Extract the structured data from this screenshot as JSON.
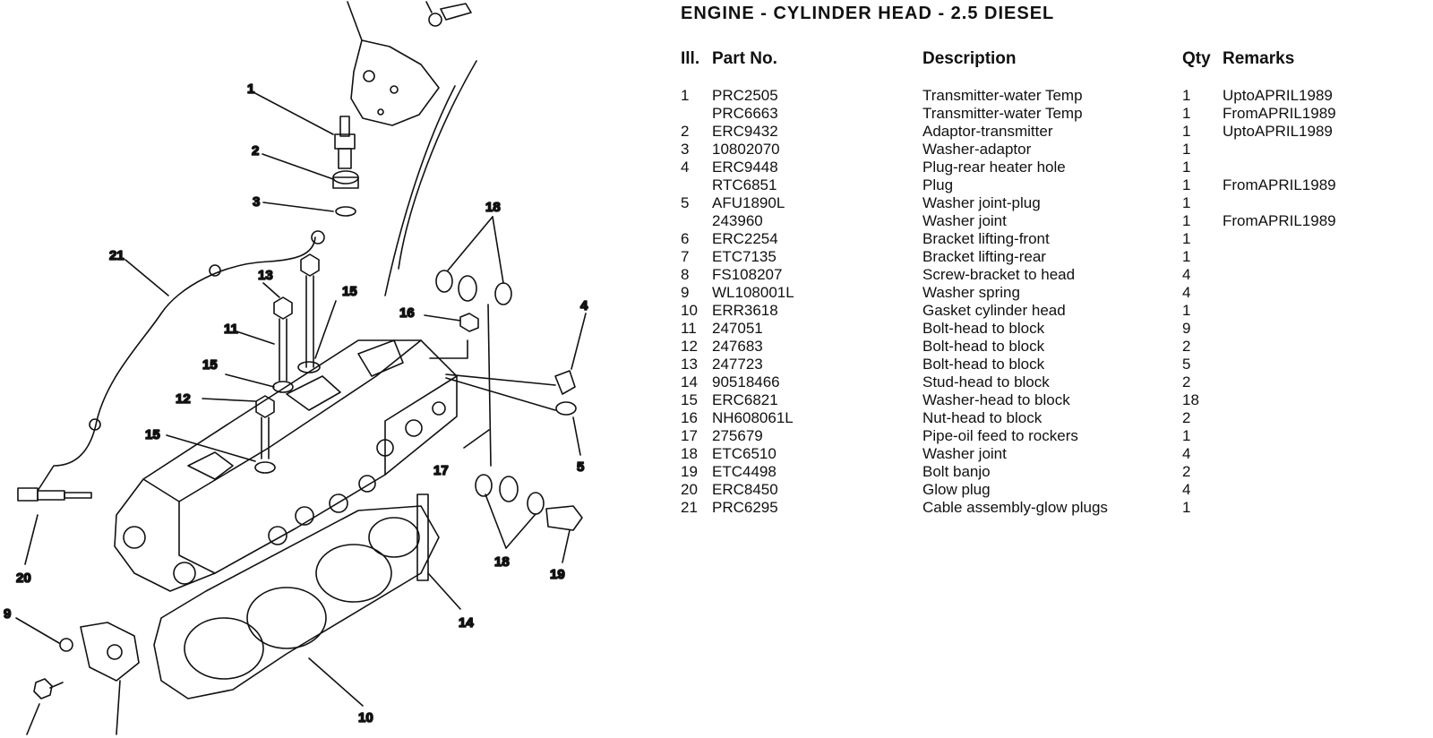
{
  "title": "ENGINE - CYLINDER HEAD - 2.5 DIESEL",
  "headers": {
    "ill": "Ill.",
    "part": "Part No.",
    "desc": "Description",
    "qty": "Qty",
    "remarks": "Remarks"
  },
  "rows": [
    {
      "ill": "1",
      "part": "PRC2505",
      "desc": "Transmitter-water Temp",
      "qty": "1",
      "remarks": "UptoAPRIL1989"
    },
    {
      "ill": "",
      "part": "PRC6663",
      "desc": "Transmitter-water Temp",
      "qty": "1",
      "remarks": "FromAPRIL1989"
    },
    {
      "ill": "2",
      "part": "ERC9432",
      "desc": "Adaptor-transmitter",
      "qty": "1",
      "remarks": "UptoAPRIL1989"
    },
    {
      "ill": "3",
      "part": "10802070",
      "desc": "Washer-adaptor",
      "qty": "1",
      "remarks": ""
    },
    {
      "ill": "4",
      "part": "ERC9448",
      "desc": "Plug-rear heater hole",
      "qty": "1",
      "remarks": ""
    },
    {
      "ill": "",
      "part": "RTC6851",
      "desc": "Plug",
      "qty": "1",
      "remarks": "FromAPRIL1989"
    },
    {
      "ill": "5",
      "part": "AFU1890L",
      "desc": "Washer joint-plug",
      "qty": "1",
      "remarks": ""
    },
    {
      "ill": "",
      "part": "243960",
      "desc": "Washer joint",
      "qty": "1",
      "remarks": "FromAPRIL1989"
    },
    {
      "ill": "6",
      "part": "ERC2254",
      "desc": "Bracket lifting-front",
      "qty": "1",
      "remarks": ""
    },
    {
      "ill": "7",
      "part": "ETC7135",
      "desc": "Bracket lifting-rear",
      "qty": "1",
      "remarks": ""
    },
    {
      "ill": "8",
      "part": "FS108207",
      "desc": "Screw-bracket to head",
      "qty": "4",
      "remarks": ""
    },
    {
      "ill": "9",
      "part": "WL108001L",
      "desc": "Washer spring",
      "qty": "4",
      "remarks": ""
    },
    {
      "ill": "10",
      "part": "ERR3618",
      "desc": "Gasket cylinder head",
      "qty": "1",
      "remarks": ""
    },
    {
      "ill": "11",
      "part": "247051",
      "desc": "Bolt-head to block",
      "qty": "9",
      "remarks": ""
    },
    {
      "ill": "12",
      "part": "247683",
      "desc": "Bolt-head to block",
      "qty": "2",
      "remarks": ""
    },
    {
      "ill": "13",
      "part": "247723",
      "desc": "Bolt-head to block",
      "qty": "5",
      "remarks": ""
    },
    {
      "ill": "14",
      "part": "90518466",
      "desc": "Stud-head to block",
      "qty": "2",
      "remarks": ""
    },
    {
      "ill": "15",
      "part": "ERC6821",
      "desc": "Washer-head to block",
      "qty": "18",
      "remarks": ""
    },
    {
      "ill": "16",
      "part": "NH608061L",
      "desc": "Nut-head to block",
      "qty": "2",
      "remarks": ""
    },
    {
      "ill": "17",
      "part": "275679",
      "desc": "Pipe-oil feed to rockers",
      "qty": "1",
      "remarks": ""
    },
    {
      "ill": "18",
      "part": "ETC6510",
      "desc": "Washer joint",
      "qty": "4",
      "remarks": ""
    },
    {
      "ill": "19",
      "part": "ETC4498",
      "desc": "Bolt banjo",
      "qty": "2",
      "remarks": ""
    },
    {
      "ill": "20",
      "part": "ERC8450",
      "desc": "Glow plug",
      "qty": "4",
      "remarks": ""
    },
    {
      "ill": "21",
      "part": "PRC6295",
      "desc": "Cable assembly-glow plugs",
      "qty": "1",
      "remarks": ""
    }
  ],
  "diagram_labels": {
    "l1": "1",
    "l2": "2",
    "l3": "3",
    "l4": "4",
    "l5": "5",
    "l9": "9",
    "l10": "10",
    "l11": "11",
    "l12": "12",
    "l13": "13",
    "l14": "14",
    "l15a": "15",
    "l15b": "15",
    "l15c": "15",
    "l16": "16",
    "l17": "17",
    "l18a": "18",
    "l18b": "18",
    "l19": "19",
    "l20": "20",
    "l21": "21"
  }
}
